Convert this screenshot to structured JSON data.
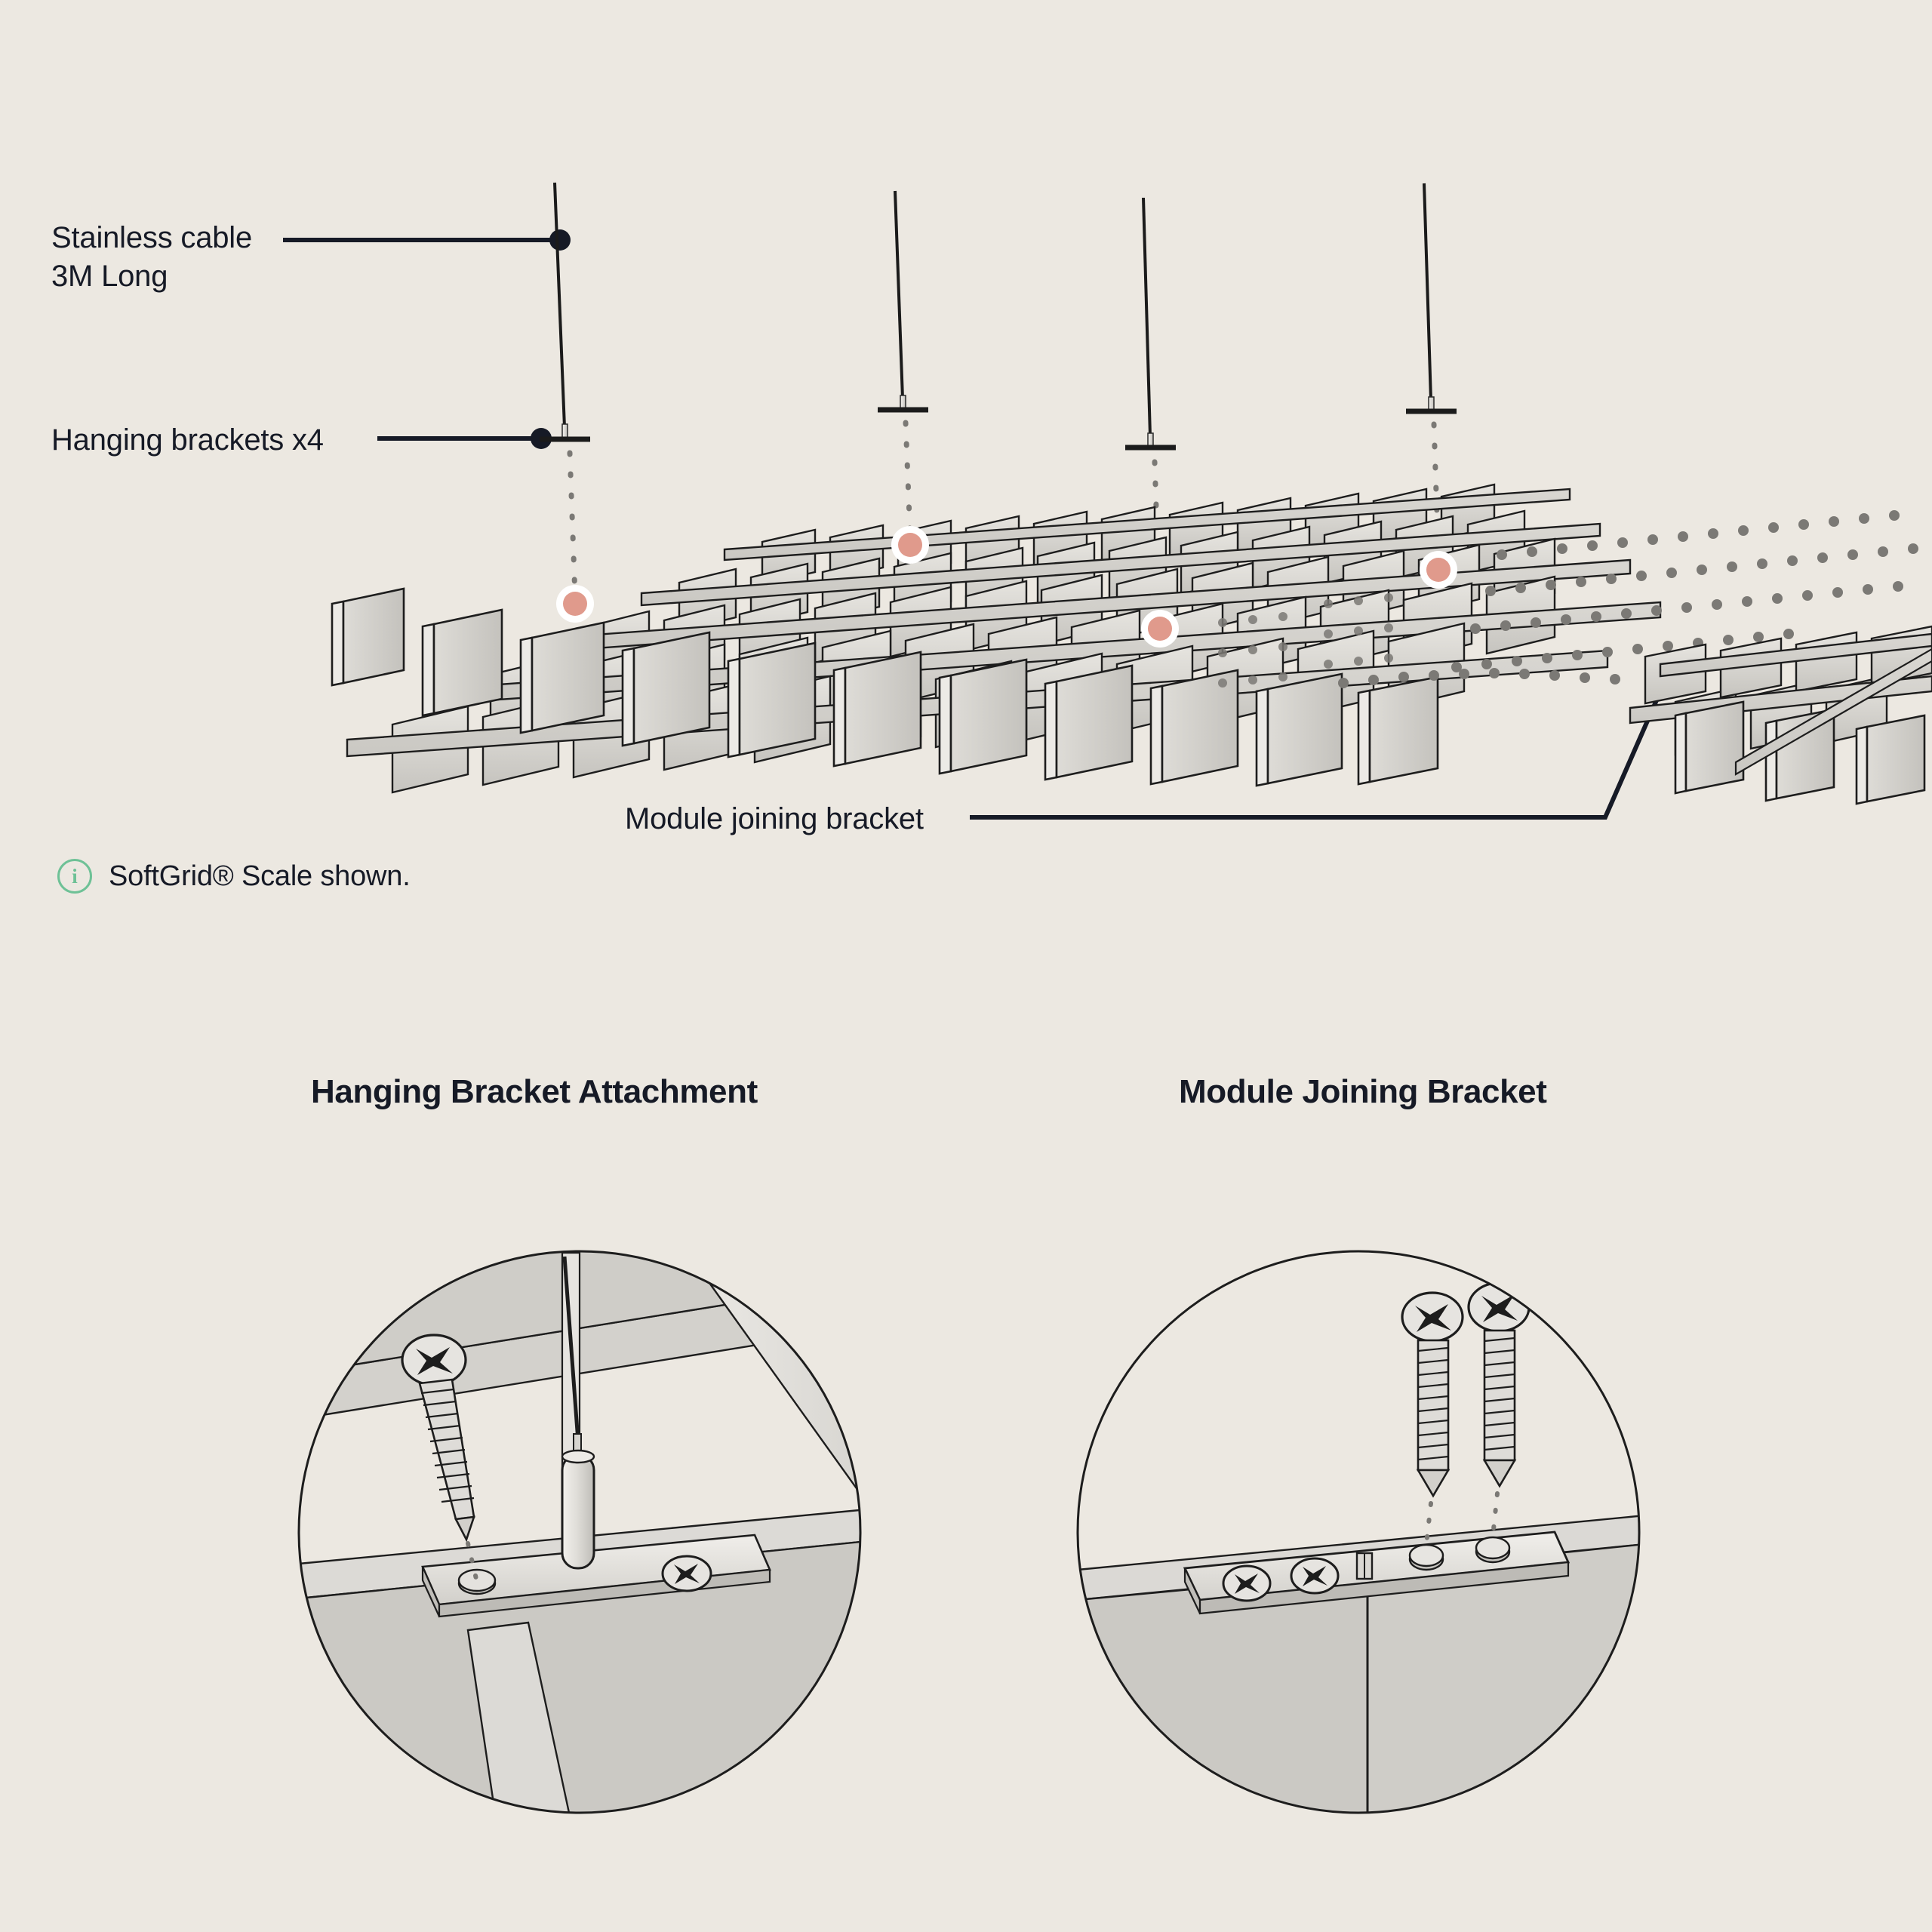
{
  "page": {
    "background": "#ece8e1",
    "ink": "#161a26",
    "accent_marker": "#e09a8c",
    "info_green": "#6ec196",
    "panel_light": "#e2e0db",
    "panel_mid": "#cfcdc8",
    "panel_dark": "#c2c0bb"
  },
  "callouts": [
    {
      "id": "stainless-cable",
      "line1": "Stainless cable",
      "line2": "3M Long"
    },
    {
      "id": "hanging-brackets",
      "line1": "Hanging brackets x4",
      "line2": ""
    },
    {
      "id": "module-joining-bracket",
      "line1": "Module joining bracket",
      "line2": ""
    }
  ],
  "note": {
    "icon": "info-icon",
    "text": "SoftGrid® Scale shown."
  },
  "details": [
    {
      "id": "hanging-bracket-attachment",
      "title": "Hanging Bracket Attachment"
    },
    {
      "id": "module-joining-bracket-detail",
      "title": "Module Joining Bracket"
    }
  ],
  "diagram": {
    "type": "exploded-assembly-illustration",
    "product": "SoftGrid Scale ceiling baffle grid module",
    "hanging_points": 4,
    "marker_count": 4,
    "detail_circles": 2,
    "screws_in_joining_detail": 4,
    "screws_in_hanging_detail": 2
  }
}
